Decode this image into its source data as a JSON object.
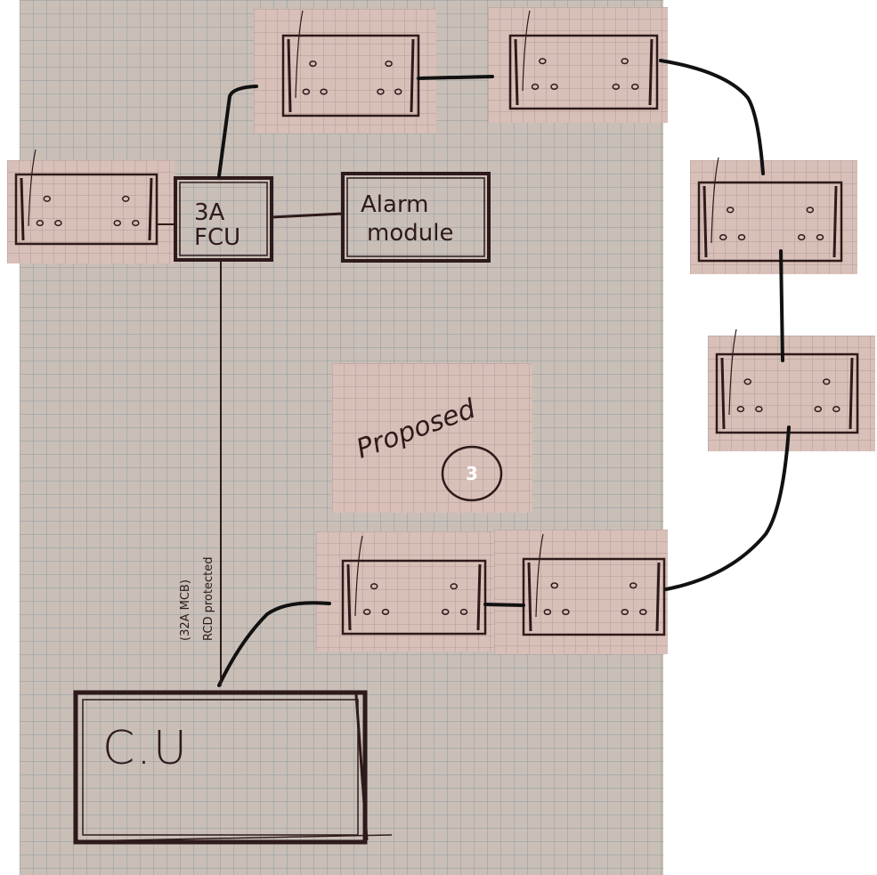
{
  "title": "Proposed",
  "badge": "3",
  "fcu": {
    "line1": "3A",
    "line2": "FCU"
  },
  "alarm": {
    "line1": "Alarm",
    "line2": "module"
  },
  "consumer_unit": {
    "label": "C.U"
  },
  "cable_note": {
    "line1": "(32A MCB)",
    "line2": "RCD protected"
  },
  "colors": {
    "ink": "#2e1a1a",
    "wire": "#111111",
    "paper": "#c9bfb7",
    "patch": "#d8bfb8"
  }
}
